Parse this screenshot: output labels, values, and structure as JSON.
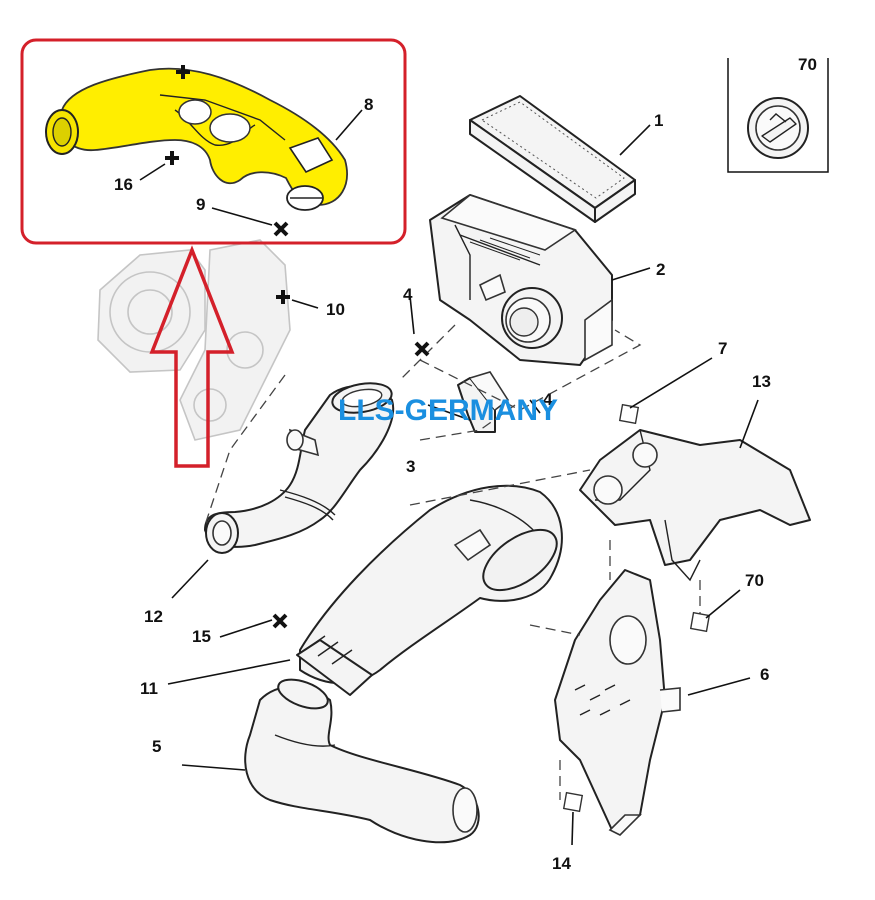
{
  "diagram": {
    "watermark": "LLS-GERMANY",
    "accent_colors": {
      "highlight_box": "#d4202a",
      "highlight_fill": "#ffee00",
      "watermark": "#1a8fe0"
    },
    "callouts": [
      {
        "id": "c1",
        "label": "1"
      },
      {
        "id": "c2",
        "label": "2"
      },
      {
        "id": "c3",
        "label": "3"
      },
      {
        "id": "c4a",
        "label": "4"
      },
      {
        "id": "c4b",
        "label": "4"
      },
      {
        "id": "c5",
        "label": "5"
      },
      {
        "id": "c6",
        "label": "6"
      },
      {
        "id": "c7",
        "label": "7"
      },
      {
        "id": "c8",
        "label": "8"
      },
      {
        "id": "c9",
        "label": "9"
      },
      {
        "id": "c10",
        "label": "10"
      },
      {
        "id": "c11",
        "label": "11"
      },
      {
        "id": "c12",
        "label": "12"
      },
      {
        "id": "c13",
        "label": "13"
      },
      {
        "id": "c14",
        "label": "14"
      },
      {
        "id": "c15",
        "label": "15"
      },
      {
        "id": "c16",
        "label": "16"
      },
      {
        "id": "c70a",
        "label": "70"
      },
      {
        "id": "c70b",
        "label": "70"
      }
    ],
    "icons": [
      "plus-marker-icon",
      "cross-marker-icon",
      "up-arrow-icon",
      "clip-icon"
    ]
  }
}
